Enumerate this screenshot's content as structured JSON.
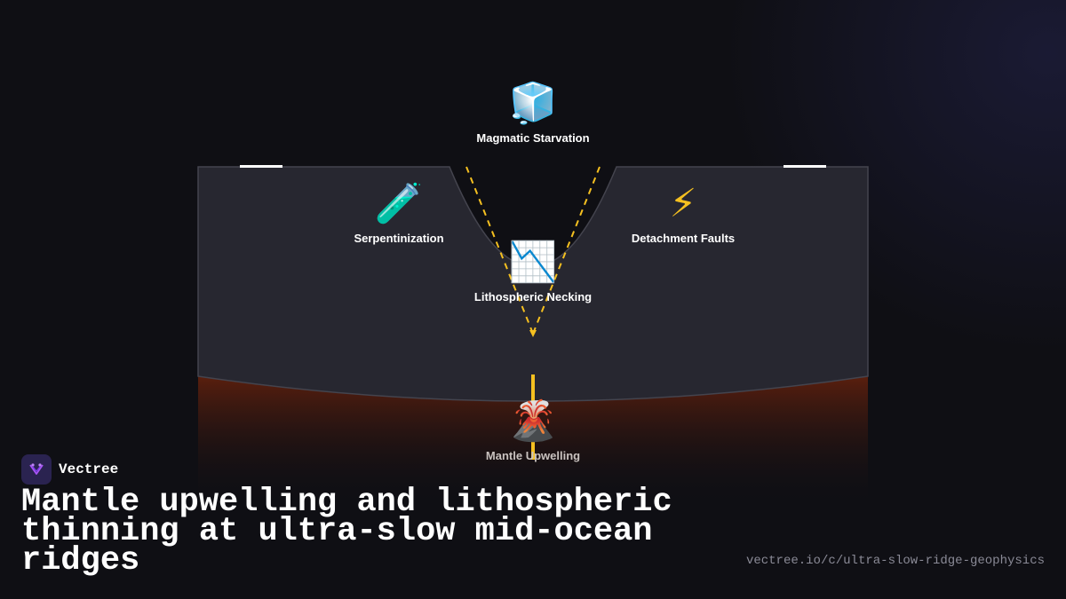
{
  "diagram": {
    "nodes": [
      {
        "id": "magmatic-starvation",
        "label": "Magmatic Starvation",
        "icon": "ice-cube-icon",
        "glyph": "🧊"
      },
      {
        "id": "serpentinization",
        "label": "Serpentinization",
        "icon": "test-tube-icon",
        "glyph": "🧪"
      },
      {
        "id": "detachment-faults",
        "label": "Detachment Faults",
        "icon": "lightning-icon",
        "glyph": "⚡"
      },
      {
        "id": "lithospheric-necking",
        "label": "Lithospheric Necking",
        "icon": "chart-decreasing-icon",
        "glyph": "📉"
      },
      {
        "id": "mantle-upwelling",
        "label": "Mantle Upwelling",
        "icon": "volcano-icon",
        "glyph": "🌋"
      }
    ],
    "colors": {
      "lithosphere": "#272730",
      "mantle_top": "#6e230c",
      "fault_lines": "#f5c020",
      "upwelling_line": "#f5c020",
      "ridge_markers": "#ffffff"
    }
  },
  "footer": {
    "brand_name": "Vectree",
    "brand_icon": "vectree-logo-icon",
    "title": "Mantle upwelling and lithospheric thinning at ultra-slow mid-ocean ridges",
    "url": "vectree.io/c/ultra-slow-ridge-geophysics"
  }
}
